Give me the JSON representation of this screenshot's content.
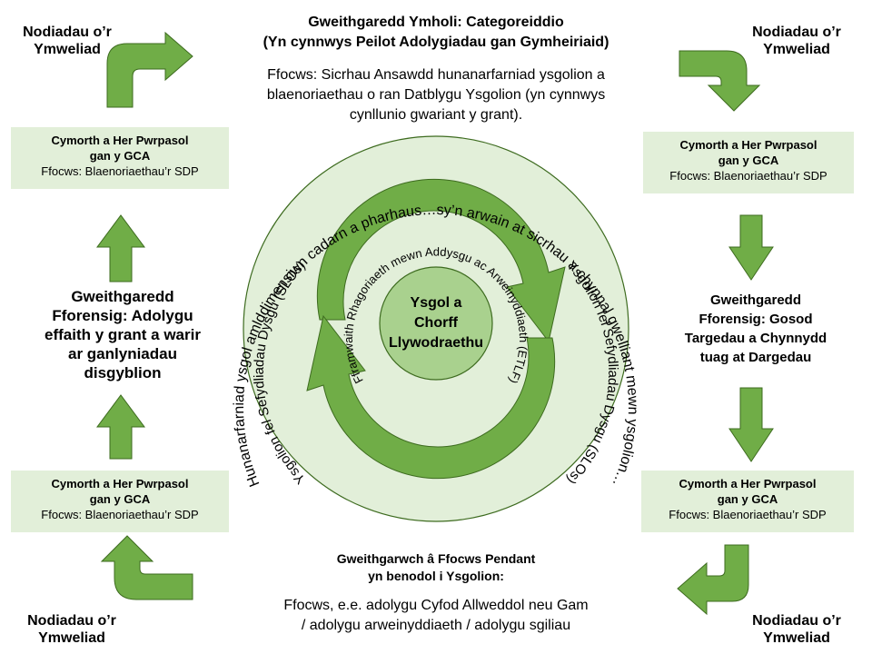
{
  "top": {
    "title_line1": "Gweithgaredd Ymholi: Categoreiddio",
    "title_line2": "(Yn cynnwys Peilot Adolygiadau gan Gymheiriaid)",
    "focus_line1": "Ffocws: Sicrhau Ansawdd hunanarfarniad  ysgolion a",
    "focus_line2": "blaenoriaethau o ran Datblygu Ysgolion (yn cynnwys",
    "focus_line3": "cynllunio gwariant y grant)."
  },
  "notes": {
    "line1": "Nodiadau o’r",
    "line2": "Ymweliad"
  },
  "support_box": {
    "title_line1": "Cymorth a Her Pwrpasol",
    "title_line2": "gan y GCA",
    "focus": "Ffocws: Blaenoriaethau’r SDP"
  },
  "left_forensic": {
    "line1": "Gweithgaredd",
    "line2": "Fforensig: Adolygu",
    "line3": "effaith y grant a warir",
    "line4": "ar ganlyniadau",
    "line5": "disgyblion"
  },
  "right_forensic": {
    "line1": "Gweithgaredd",
    "line2": "Fforensig:  Gosod",
    "line3": "Targedau  a Chynnydd",
    "line4": "tuag at Dargedau"
  },
  "bottom": {
    "title_line1": "Gweithgarwch â Ffocws Pendant",
    "title_line2": "yn benodol i Ysgolion:",
    "focus_line1": "Ffocws, e.e. adolygu Cyfod Allweddol neu Gam",
    "focus_line2": "/ adolygu arweinyddiaeth / adolygu sgiliau"
  },
  "circle": {
    "center_line1": "Ysgol a",
    "center_line2": "Chorff",
    "center_line3": "Llywodraethu",
    "outer_text": "Hunanarfarniad  ysgol amlddimensiwn cadarn a pharhaus…sy’n arwain at sicrhau a chynnal gwelliant mewn ysgolion…",
    "slo_left": "Ysgolion fel Sefydliadau Dysgu (SLOs)",
    "slo_right": "Ysgolion fel Sefydliadau Dysgu (SLOs)",
    "inner_text": "Fframwaith Rhagoriaeth mewn Addysgu ac Arweinyddiaeth (ETLF)"
  },
  "colors": {
    "arrow_green": "#70ad47",
    "arrow_outline": "#3d6b1f",
    "box_fill": "#e2efd9",
    "circle_fill": "#e2efd9",
    "center_fill": "#a9d18e"
  }
}
